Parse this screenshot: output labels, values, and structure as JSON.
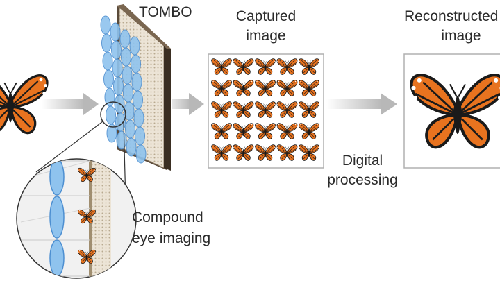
{
  "labels": {
    "tombo": "TOMBO",
    "captured_line1": "Captured",
    "captured_line2": "image",
    "reconstructed_line1": "Reconstructed",
    "reconstructed_line2": "image",
    "digital_line1": "Digital",
    "digital_line2": "processing",
    "compound_line1": "Compound",
    "compound_line2": "eye imaging"
  },
  "colors": {
    "butterfly_orange": "#e8731f",
    "butterfly_black": "#1a1a1a",
    "lens_blue": "#8fc3ee",
    "lens_stroke": "#4d8fd1",
    "arrow_gray": "#b8b8b8",
    "panel_border": "#b0b0b0",
    "sensor_tan": "#d9cdb8"
  },
  "icons": {
    "source": "butterfly-icon",
    "lens": "microlens-icon",
    "arrow": "arrow-right-icon"
  },
  "grid": {
    "rows": 5,
    "cols": 5
  }
}
